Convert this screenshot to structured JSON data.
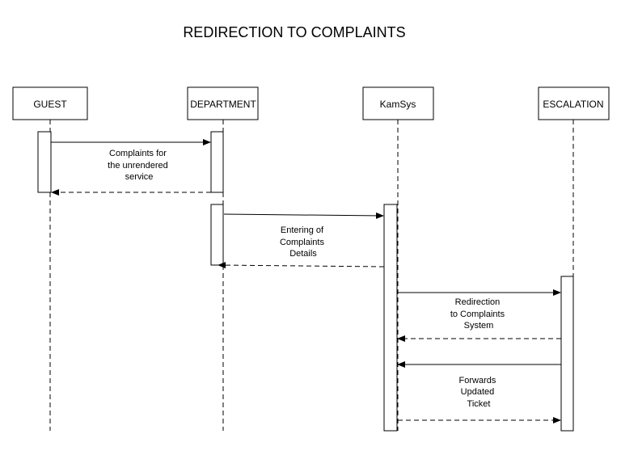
{
  "diagram": {
    "title": "REDIRECTION TO COMPLAINTS",
    "actors": [
      {
        "id": "guest",
        "label": "GUEST"
      },
      {
        "id": "department",
        "label": "DEPARTMENT"
      },
      {
        "id": "kamsys",
        "label": "KamSys"
      },
      {
        "id": "escalation",
        "label": "ESCALATION"
      }
    ],
    "messages": [
      {
        "from": "guest",
        "to": "department",
        "style": "solid",
        "label": [
          "Complaints for",
          "the unrendered",
          "service"
        ]
      },
      {
        "from": "department",
        "to": "guest",
        "style": "dashed",
        "label": []
      },
      {
        "from": "department",
        "to": "kamsys",
        "style": "solid",
        "label": [
          "Entering of",
          "Complaints",
          "Details"
        ]
      },
      {
        "from": "kamsys",
        "to": "department",
        "style": "dashed",
        "label": []
      },
      {
        "from": "kamsys",
        "to": "escalation",
        "style": "solid",
        "label": [
          "Redirection",
          "to Complaints",
          "System"
        ]
      },
      {
        "from": "escalation",
        "to": "kamsys",
        "style": "dashed",
        "label": []
      },
      {
        "from": "escalation",
        "to": "kamsys",
        "style": "solid",
        "label": [
          "Forwards",
          "Updated",
          "Ticket"
        ]
      },
      {
        "from": "kamsys",
        "to": "escalation",
        "style": "dashed",
        "label": []
      }
    ]
  }
}
